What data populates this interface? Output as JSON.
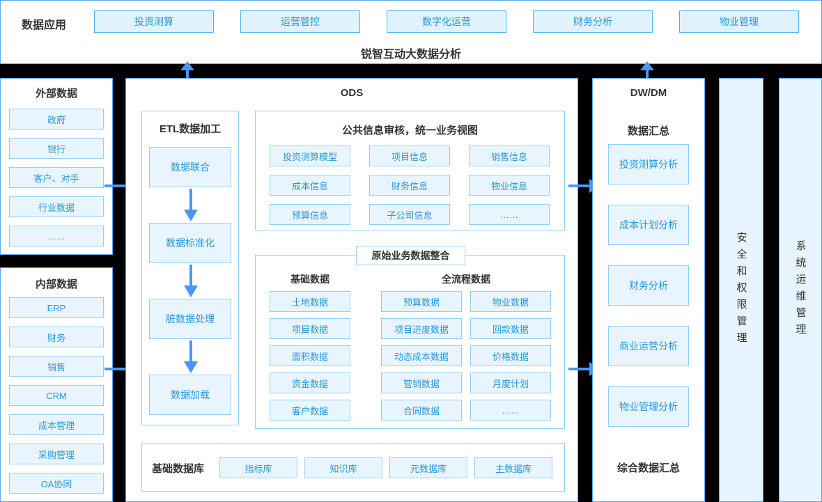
{
  "top_bar": {
    "label": "数据应用",
    "apps": [
      "投资测算",
      "运营管控",
      "数字化运营",
      "财务分析",
      "物业管理"
    ],
    "title": "锐智互动大数据分析"
  },
  "external": {
    "title": "外部数据",
    "items": [
      "政府",
      "银行",
      "客户、对手",
      "行业数据",
      "……"
    ]
  },
  "internal": {
    "title": "内部数据",
    "items": [
      "ERP",
      "财务",
      "销售",
      "CRM",
      "成本管理",
      "采购管理",
      "OA协同"
    ]
  },
  "ods": {
    "title": "ODS",
    "etl": {
      "title": "ETL数据加工",
      "steps": [
        "数据联合",
        "数据标准化",
        "脏数据处理",
        "数据加载"
      ]
    },
    "review": {
      "title": "公共信息审核，统一业务视图",
      "items": [
        "投资测算模型",
        "项目信息",
        "销售信息",
        "成本信息",
        "财务信息",
        "物业信息",
        "预算信息",
        "子公司信息",
        "……"
      ]
    },
    "raw": {
      "title": "原始业务数据整合",
      "base_label": "基础数据",
      "full_label": "全流程数据",
      "base_items": [
        "土地数据",
        "项目数据",
        "面积数据",
        "资金数据",
        "客户数据"
      ],
      "full_col1": [
        "预算数据",
        "项目进度数据",
        "动态成本数据",
        "营销数据",
        "合同数据"
      ],
      "full_col2": [
        "物业数据",
        "回款数据",
        "价格数据",
        "月度计划",
        "……"
      ]
    },
    "base_db": {
      "label": "基础数据库",
      "items": [
        "指标库",
        "知识库",
        "元数据库",
        "主数据库"
      ]
    }
  },
  "dwdm": {
    "title": "DW/DM",
    "subtitle": "数据汇总",
    "items": [
      "投资测算分析",
      "成本计划分析",
      "财务分析",
      "商业运营分析",
      "物业管理分析"
    ],
    "footer": "综合数据汇总"
  },
  "side_bars": {
    "security": "安全和权限管理",
    "ops": "系统运维管理"
  },
  "colors": {
    "accent": "#4b96f5",
    "panel_border": "#58a8f0",
    "button_fill": "#e9f5fe",
    "button_text": "#2499dd",
    "sidebar_fill": "#e8f4fd"
  }
}
